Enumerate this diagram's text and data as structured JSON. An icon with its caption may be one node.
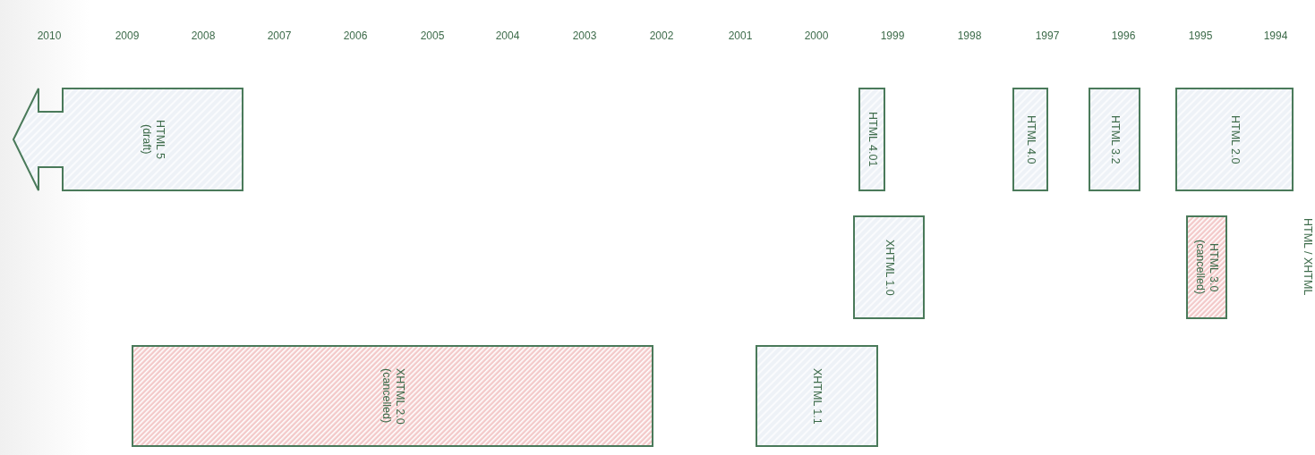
{
  "diagram": {
    "nodes": [
      {
        "text": [
          "HTML 5",
          "(draft)"
        ]
      },
      {
        "text": [
          "HTML 4.01"
        ]
      },
      {
        "text": [
          "HTML 4.0"
        ]
      },
      {
        "text": [
          "HTML 3.2"
        ]
      },
      {
        "text": [
          "HTML 2.0"
        ]
      },
      {
        "text": [
          "XHTML 1.0"
        ]
      },
      {
        "text": [
          "HTML 3.0",
          "(cancelled)"
        ]
      },
      {
        "text": [
          "XHTML 1.1"
        ]
      },
      {
        "text": [
          "XHTML 2.0",
          "(cancelled)"
        ]
      }
    ],
    "labels": [
      "2010",
      "2009",
      "2008",
      "2007",
      "2006",
      "2005",
      "2004",
      "2003",
      "2002",
      "2001",
      "2000",
      "1999",
      "1998",
      "1997",
      "1996",
      "1995",
      "1994",
      "HTML / XHTML"
    ]
  }
}
